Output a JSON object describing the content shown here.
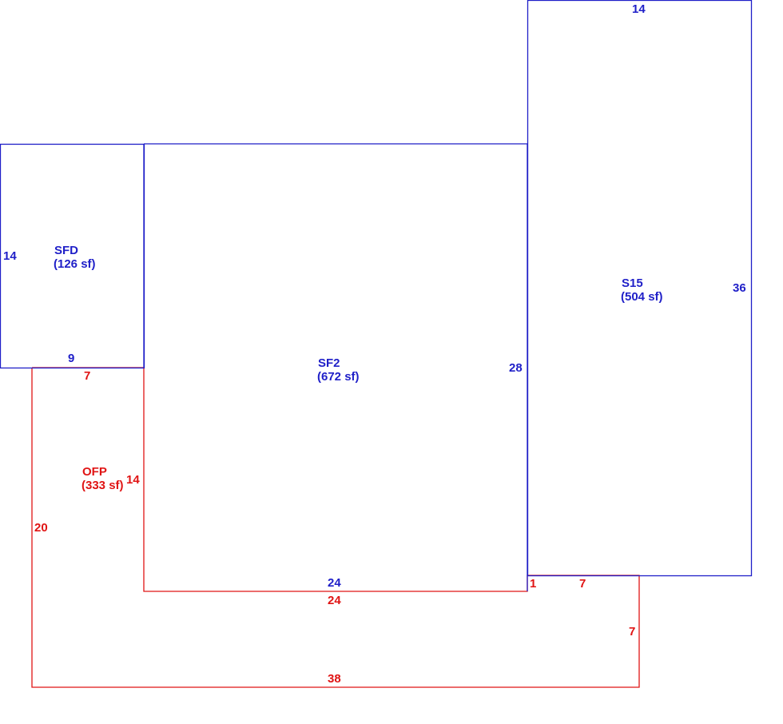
{
  "colors": {
    "blue": "#1f1fc8",
    "red": "#e01414"
  },
  "areas": {
    "sfd": {
      "code": "SFD",
      "area": "(126 sf)"
    },
    "sf2": {
      "code": "SF2",
      "area": "(672 sf)"
    },
    "s15": {
      "code": "S15",
      "area": "(504 sf)"
    },
    "ofp": {
      "code": "OFP",
      "area": "(333 sf)"
    }
  },
  "dimensions": {
    "sfd_left": "14",
    "sfd_bottom": "9",
    "sf2_right": "28",
    "sf2_bottom": "24",
    "s15_top": "14",
    "s15_right": "36",
    "ofp_top": "7",
    "ofp_inner": "14",
    "ofp_left": "20",
    "ofp_mid": "24",
    "ofp_step": "1",
    "ofp_shelf": "7",
    "ofp_right": "7",
    "ofp_bottom": "38"
  }
}
